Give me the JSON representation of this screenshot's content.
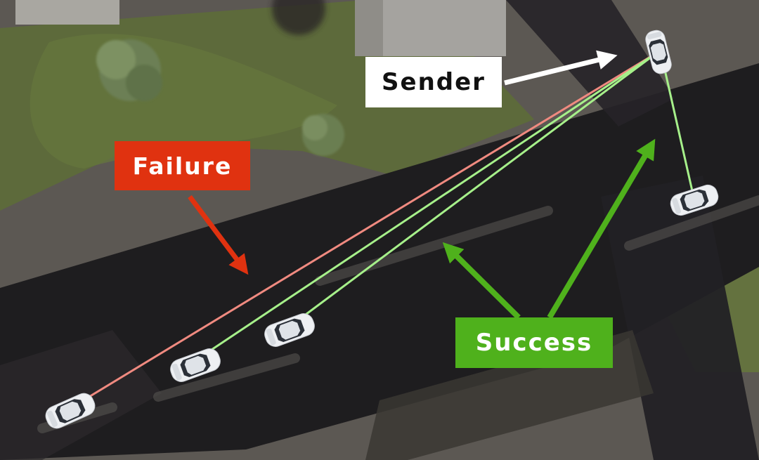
{
  "labels": {
    "sender": "Sender",
    "failure": "Failure",
    "success": "Success"
  },
  "colors": {
    "sender_bg": "#ffffff",
    "failure": "#e03210",
    "success": "#4fb11c",
    "failure_link": "#f08a80",
    "success_link": "#a6f08a",
    "grass": "#5d6b3a",
    "road": "#1e1d1f",
    "ground": "#5c5853"
  },
  "scene": {
    "vehicles": [
      {
        "role": "sender"
      },
      {
        "role": "receiver",
        "link": "success"
      },
      {
        "role": "receiver",
        "link": "success"
      },
      {
        "role": "receiver",
        "link": "success"
      },
      {
        "role": "receiver",
        "link": "failure"
      }
    ]
  }
}
